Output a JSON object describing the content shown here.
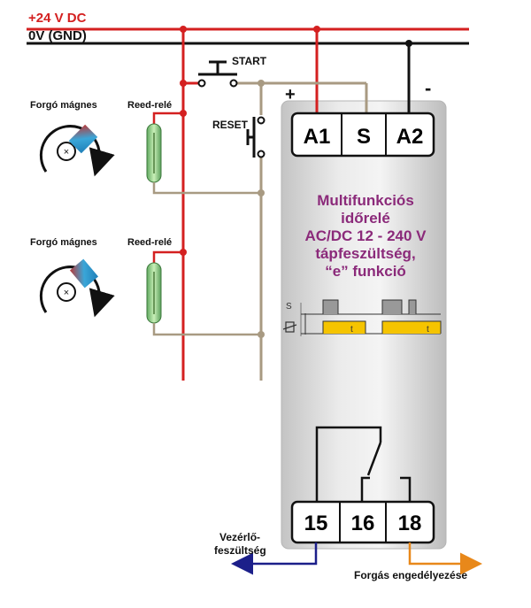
{
  "rails": {
    "plus24": "+24 V DC",
    "gnd": "0V (GND)"
  },
  "labels": {
    "start": "START",
    "reset": "RESET",
    "plus_sign": "+",
    "minus_sign": "-",
    "magnet_1": "Forgó mágnes",
    "reed_1": "Reed-relé",
    "magnet_2": "Forgó mágnes",
    "reed_2": "Reed-relé",
    "control_voltage_line1": "Vezérlő-",
    "control_voltage_line2": "feszültség",
    "rotation_enable": "Forgás engedélyezése"
  },
  "relay": {
    "title_lines": [
      "Multifunkciós",
      "időrelé",
      "AC/DC 12 - 240 V",
      "tápfeszültség,",
      "“e” funkció"
    ],
    "top_terminals": [
      "A1",
      "S",
      "A2"
    ],
    "bottom_terminals": [
      "15",
      "16",
      "18"
    ],
    "timing_labels": {
      "s": "S",
      "t1": "t",
      "t2": "t"
    }
  },
  "colors": {
    "red": "#d42020",
    "tan": "#a89a82",
    "black": "#111111",
    "purple": "#8b2a7a",
    "navy": "#1c1f8a",
    "orange": "#e8881a",
    "yellow": "#f5c400"
  }
}
